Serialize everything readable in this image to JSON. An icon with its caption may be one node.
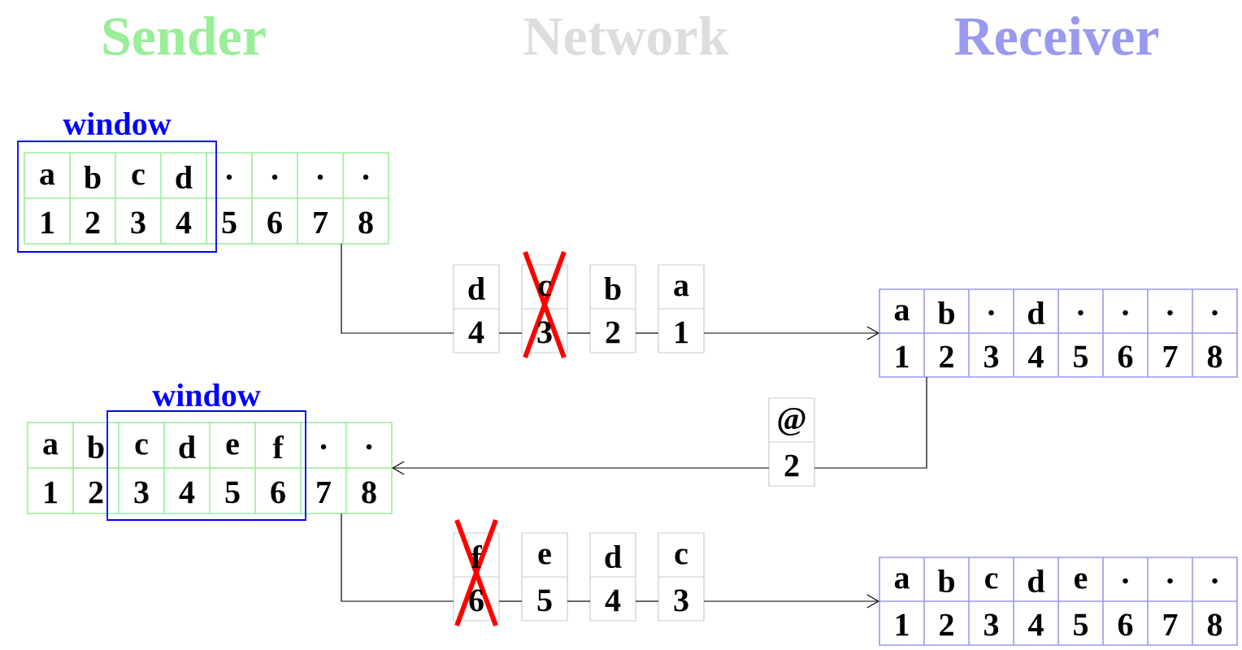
{
  "diagram": {
    "nodes": [
      {
        "text": [
          "a",
          "b",
          "c",
          "d",
          ".",
          ".",
          ".",
          ".",
          "1",
          "2",
          "3",
          "4",
          "5",
          "6",
          "7",
          "8"
        ]
      },
      {
        "text": [
          "d",
          "4"
        ]
      },
      {
        "text": [
          "c",
          "3"
        ]
      },
      {
        "text": [
          "b",
          "2"
        ]
      },
      {
        "text": [
          "a",
          "1"
        ]
      },
      {
        "text": [
          "a",
          "b",
          ".",
          "d",
          ".",
          ".",
          ".",
          ".",
          "1",
          "2",
          "3",
          "4",
          "5",
          "6",
          "7",
          "8"
        ]
      },
      {
        "text": [
          "@",
          "2"
        ]
      },
      {
        "text": [
          "a",
          "b",
          "c",
          "d",
          "e",
          "f",
          ".",
          ".",
          "1",
          "2",
          "3",
          "4",
          "5",
          "6",
          "7",
          "8"
        ]
      },
      {
        "text": [
          "f",
          "6"
        ]
      },
      {
        "text": [
          "e",
          "5"
        ]
      },
      {
        "text": [
          "d",
          "4"
        ]
      },
      {
        "text": [
          "c",
          "3"
        ]
      },
      {
        "text": [
          "a",
          "b",
          "c",
          "d",
          "e",
          ".",
          ".",
          ".",
          "1",
          "2",
          "3",
          "4",
          "5",
          "6",
          "7",
          "8"
        ]
      }
    ],
    "edges": [
      {
        "from": 0,
        "to": 1,
        "arrow": "none"
      },
      {
        "from": 1,
        "to": 2,
        "arrow": "none"
      },
      {
        "from": 2,
        "to": 3,
        "arrow": "none"
      },
      {
        "from": 3,
        "to": 4,
        "arrow": "none"
      },
      {
        "from": 4,
        "to": 5,
        "arrow": "to"
      },
      {
        "from": 5,
        "to": 6,
        "arrow": "none"
      },
      {
        "from": 6,
        "to": 7,
        "arrow": "to"
      },
      {
        "from": 7,
        "to": 8,
        "arrow": "none"
      },
      {
        "from": 8,
        "to": 9,
        "arrow": "none"
      },
      {
        "from": 9,
        "to": 10,
        "arrow": "none"
      },
      {
        "from": 10,
        "to": 11,
        "arrow": "none"
      },
      {
        "from": 11,
        "to": 12,
        "arrow": "to"
      }
    ],
    "labels": [
      "Sender",
      "Network",
      "Receiver",
      "window",
      "window"
    ]
  }
}
